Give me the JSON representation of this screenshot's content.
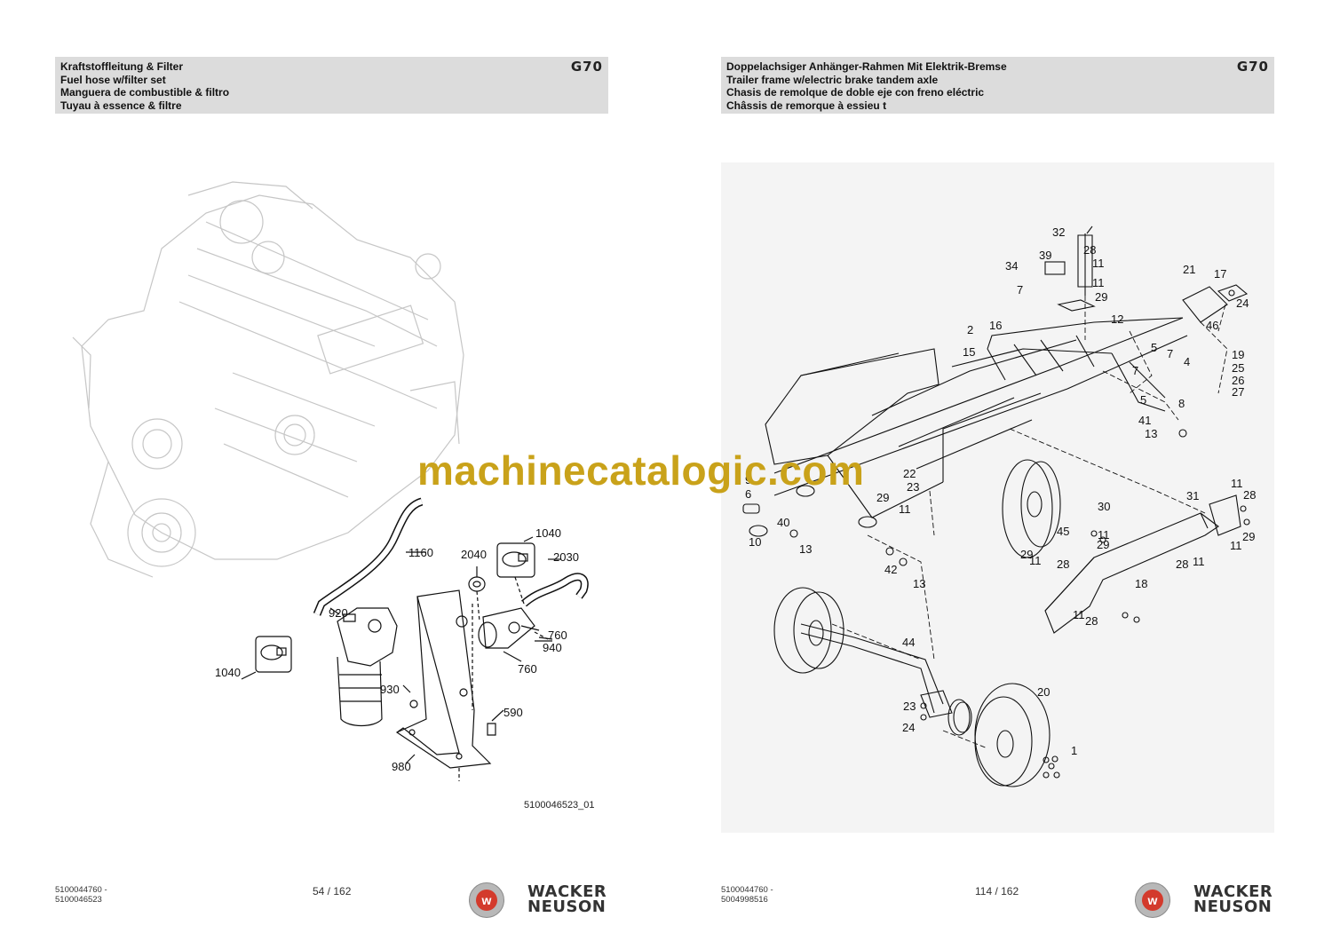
{
  "left_page": {
    "title_lines": [
      "Kraftstoffleitung & Filter",
      "Fuel hose w/filter set",
      "Manguera de combustible & filtro",
      "Tuyau à essence & filtre"
    ],
    "model": "G70",
    "callouts": [
      "1160",
      "2040",
      "1040",
      "2030",
      "920",
      "1040",
      "760",
      "940",
      "760",
      "930",
      "590",
      "980"
    ],
    "figure_id": "5100046523_01",
    "footer_ref_lines": [
      "5100044760 -",
      "5100046523"
    ],
    "page_number": "54 / 162"
  },
  "right_page": {
    "title_lines": [
      "Doppelachsiger Anhänger-Rahmen Mit Elektrik-Bremse",
      "Trailer frame w/electric brake tandem axle",
      "Chasis de remolque de doble eje con freno eléctric",
      "Châssis de remorque à essieu t"
    ],
    "model": "G70",
    "callouts": [
      "32",
      "28",
      "34",
      "39",
      "11",
      "11",
      "7",
      "29",
      "21",
      "17",
      "24",
      "12",
      "46",
      "2",
      "16",
      "15",
      "5",
      "7",
      "19",
      "25",
      "26",
      "27",
      "4",
      "7",
      "5",
      "8",
      "41",
      "13",
      "22",
      "29",
      "23",
      "11",
      "9",
      "6",
      "10",
      "40",
      "13",
      "30",
      "45",
      "11",
      "29",
      "11",
      "28",
      "29",
      "42",
      "13",
      "31",
      "11",
      "28",
      "29",
      "11",
      "28",
      "11",
      "18",
      "11",
      "28",
      "44",
      "20",
      "23",
      "24",
      "1"
    ],
    "footer_ref_lines": [
      "5100044760 -",
      "5004998516"
    ],
    "page_number": "114 / 162"
  },
  "brand": {
    "name_line1": "WACKER",
    "name_line2": "NEUSON",
    "icon": "wacker-neuson-w-logo-icon"
  },
  "watermark": "machinecatalogic.com"
}
